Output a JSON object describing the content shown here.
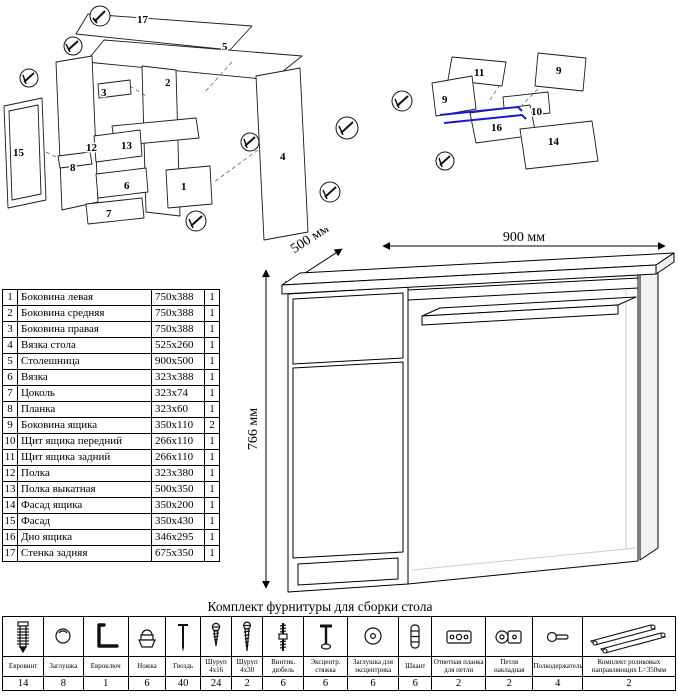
{
  "page": {
    "bg": "#ffffff",
    "line_color": "#000000",
    "accent_blue": "#1a1acc"
  },
  "parts_table": {
    "rows": [
      {
        "num": "1",
        "name": "Боковина левая",
        "size": "750x388",
        "qty": "1"
      },
      {
        "num": "2",
        "name": "Боковина средняя",
        "size": "750x388",
        "qty": "1"
      },
      {
        "num": "3",
        "name": "Боковина правая",
        "size": "750x388",
        "qty": "1"
      },
      {
        "num": "4",
        "name": "Вязка стола",
        "size": "525x260",
        "qty": "1"
      },
      {
        "num": "5",
        "name": "Столешница",
        "size": "900x500",
        "qty": "1"
      },
      {
        "num": "6",
        "name": "Вязка",
        "size": "323x388",
        "qty": "1"
      },
      {
        "num": "7",
        "name": "Цоколь",
        "size": "323x74",
        "qty": "1"
      },
      {
        "num": "8",
        "name": "Планка",
        "size": "323x60",
        "qty": "1"
      },
      {
        "num": "9",
        "name": "Боковина ящика",
        "size": "350x110",
        "qty": "2"
      },
      {
        "num": "10",
        "name": "Щит ящика передний",
        "size": "266x110",
        "qty": "1"
      },
      {
        "num": "11",
        "name": "Щит ящика задний",
        "size": "266x110",
        "qty": "1"
      },
      {
        "num": "12",
        "name": "Полка",
        "size": "323x380",
        "qty": "1"
      },
      {
        "num": "13",
        "name": "Полка выкатная",
        "size": "500x350",
        "qty": "1"
      },
      {
        "num": "14",
        "name": "Фасад ящика",
        "size": "350x200",
        "qty": "1"
      },
      {
        "num": "15",
        "name": "Фасад",
        "size": "350x430",
        "qty": "1"
      },
      {
        "num": "16",
        "name": "Дно ящика",
        "size": "346x295",
        "qty": "1"
      },
      {
        "num": "17",
        "name": "Стенка задняя",
        "size": "675x350",
        "qty": "1"
      }
    ]
  },
  "desk": {
    "width_label": "900 мм",
    "depth_label": "500 мм",
    "height_label": "766 мм"
  },
  "exploded_left": {
    "labels": [
      "17",
      "5",
      "3",
      "2",
      "13",
      "12",
      "6",
      "7",
      "15",
      "8",
      "1",
      "4"
    ]
  },
  "exploded_right": {
    "labels": [
      "11",
      "9",
      "9",
      "10",
      "16",
      "14"
    ]
  },
  "hardware": {
    "title": "Комплект фурнитуры для сборки стола",
    "items": [
      {
        "name": "Евровинт",
        "qty": "14",
        "icon": "euro-screw"
      },
      {
        "name": "Заглушка",
        "qty": "8",
        "icon": "plug"
      },
      {
        "name": "Евроключ",
        "qty": "1",
        "icon": "hex-key"
      },
      {
        "name": "Ножка",
        "qty": "6",
        "icon": "foot"
      },
      {
        "name": "Гвоздь",
        "qty": "40",
        "icon": "nail"
      },
      {
        "name": "Шуруп 4x16",
        "qty": "24",
        "icon": "screw-small"
      },
      {
        "name": "Шуруп 4x30",
        "qty": "2",
        "icon": "screw-long"
      },
      {
        "name": "Винтик. дюбель",
        "qty": "6",
        "icon": "dowel-screw"
      },
      {
        "name": "Эксцентр. стяжка",
        "qty": "6",
        "icon": "cam-bolt"
      },
      {
        "name": "Заглушка для эксцентрика",
        "qty": "6",
        "icon": "cam-cover"
      },
      {
        "name": "Шкант",
        "qty": "6",
        "icon": "wood-dowel"
      },
      {
        "name": "Ответная планка для петли",
        "qty": "2",
        "icon": "hinge-plate"
      },
      {
        "name": "Петля накладная",
        "qty": "2",
        "icon": "hinge"
      },
      {
        "name": "Полкодержатель",
        "qty": "4",
        "icon": "shelf-pin"
      },
      {
        "name": "Комплект роликовых направляющих L=350мм",
        "qty": "2",
        "icon": "roller-slides"
      }
    ]
  }
}
